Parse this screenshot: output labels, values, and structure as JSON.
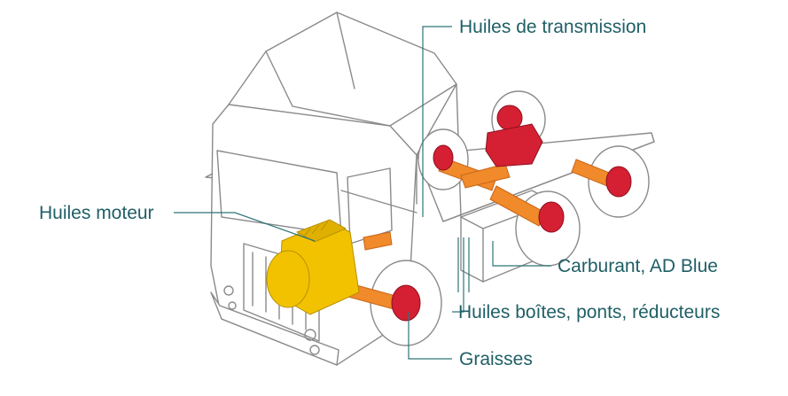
{
  "labels": {
    "transmission": "Huiles de transmission",
    "engine": "Huiles moteur",
    "fuel": "Carburant, AD Blue",
    "gearboxes": "Huiles boîtes, ponts, réducteurs",
    "grease": "Graisses"
  },
  "colors": {
    "label_text": "#1f5f66",
    "leader_line": "#2d7479",
    "engine_yellow": "#f2c200",
    "hub_red": "#d42032",
    "shaft_orange": "#f08a2a",
    "outline_grey": "#8a8a8a"
  }
}
